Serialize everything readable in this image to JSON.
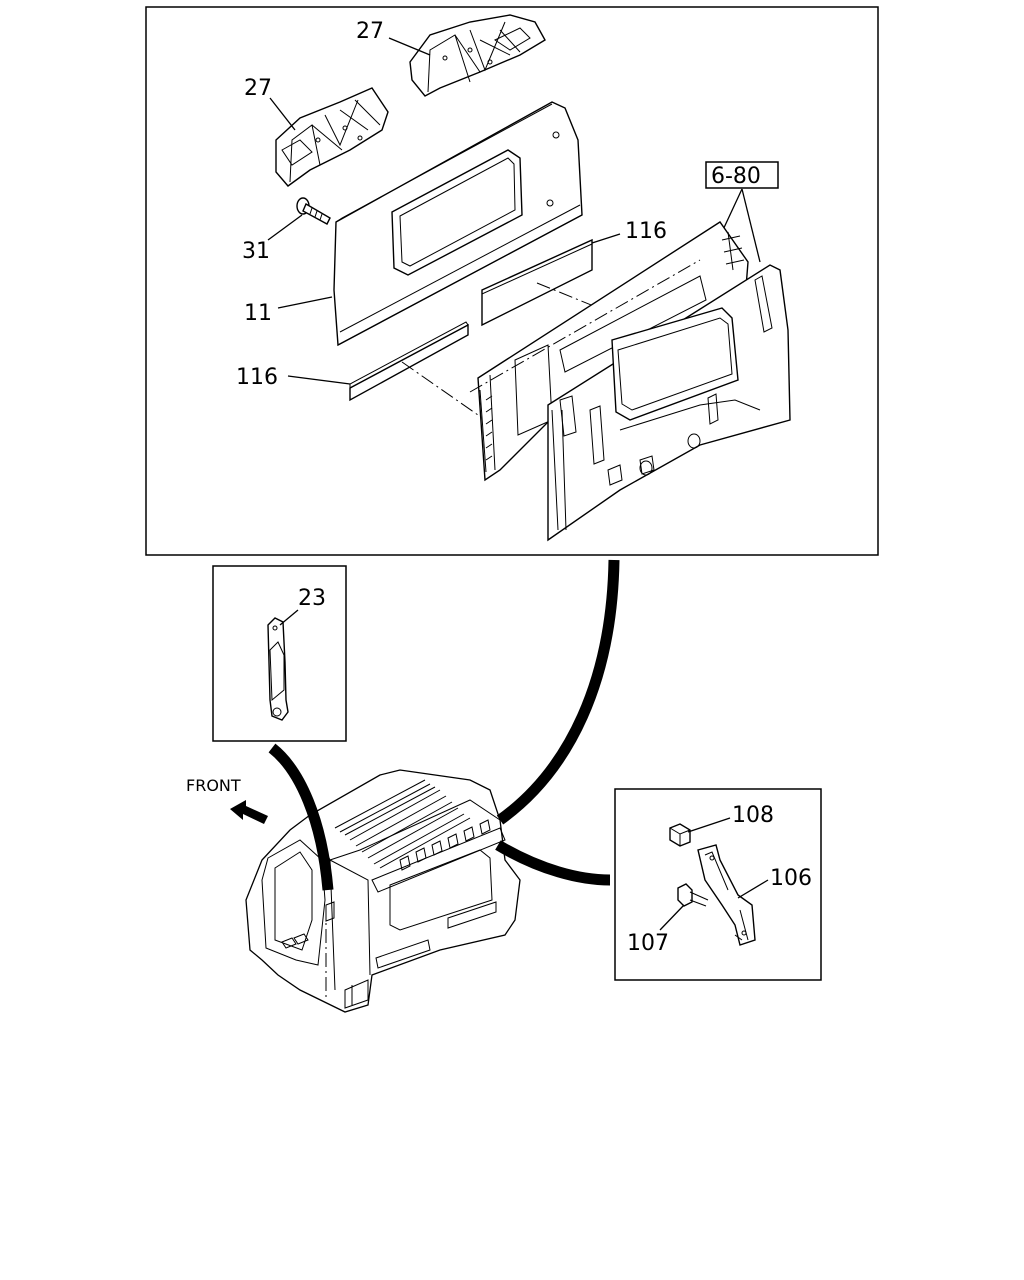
{
  "callouts": {
    "insulator_top": "27",
    "insulator_left": "27",
    "screw": "31",
    "trim_panel": "11",
    "pad_upper": "116",
    "pad_lower": "116",
    "ref_back_panel": "6-80",
    "clip": "23",
    "bracket": "106",
    "bolt": "107",
    "nut": "108"
  },
  "direction": {
    "label": "FRONT"
  }
}
